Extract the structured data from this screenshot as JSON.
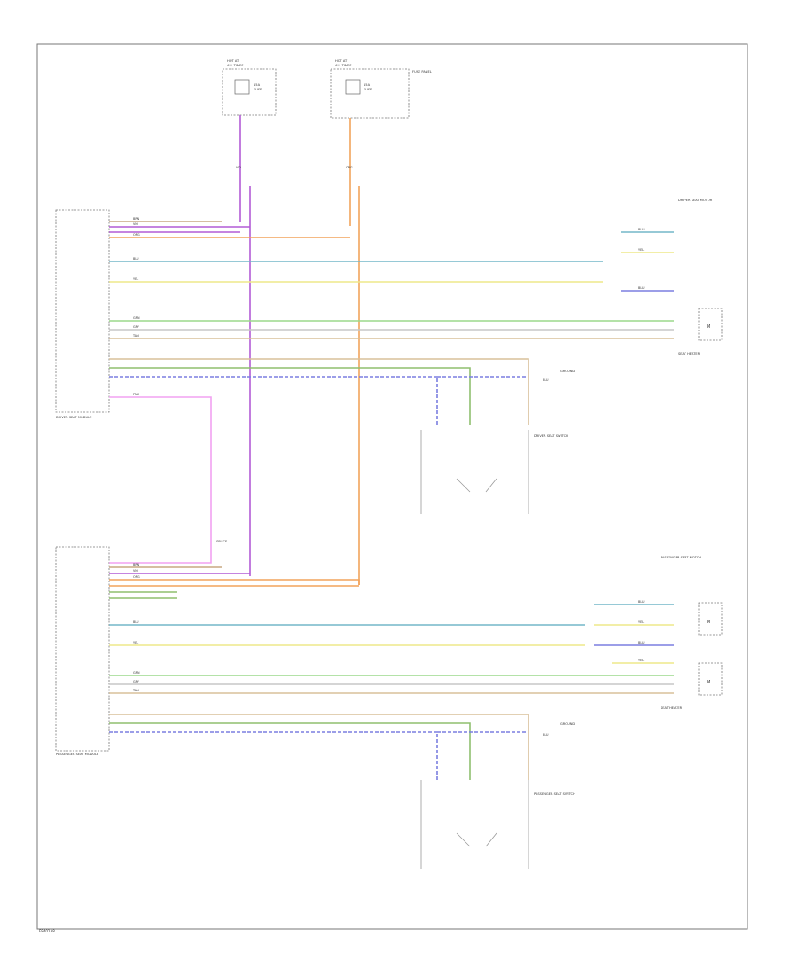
{
  "footer": {
    "code": "F8401A8"
  },
  "fuses": [
    {
      "title": "HOT AT",
      "subtitle": "ALL TIMES",
      "rating": "15A",
      "fuse_name": "FUSE"
    },
    {
      "title": "HOT AT",
      "subtitle": "ALL TIMES",
      "rating": "15A",
      "fuse_name": "FUSE"
    }
  ],
  "fuse_box_label": "FUSE PANEL",
  "modules": {
    "driver": "DRIVER SEAT MODULE",
    "passenger": "PASSENGER SEAT MODULE"
  },
  "components": {
    "driver_motor": "DRIVER SEAT MOTOR",
    "driver_switch": "DRIVER SEAT SWITCH",
    "driver_heater": "SEAT HEATER",
    "passenger_motor": "PASSENGER SEAT MOTOR",
    "passenger_switch": "PASSENGER SEAT SWITCH",
    "passenger_heater": "SEAT HEATER",
    "ground_1": "GROUND",
    "ground_2": "GROUND",
    "splice": "SPLICE"
  },
  "wire_colors": {
    "violet": "#b25bd6",
    "orange": "#f2a35c",
    "teal": "#74b7c9",
    "yellow": "#eee88a",
    "green": "#9bd98b",
    "gray": "#c7c7c7",
    "tan": "#d8c09a",
    "olive": "#8fbf6f",
    "blue": "#7b7fe0",
    "pink": "#f2a2f2",
    "brown": "#c8a882"
  },
  "wire_labels": {
    "vio": "VIO",
    "org": "ORG",
    "blu": "BLU",
    "yel": "YEL",
    "grn": "GRN",
    "gry": "GRY",
    "tan": "TAN",
    "pnk": "PNK",
    "brn": "BRN"
  }
}
